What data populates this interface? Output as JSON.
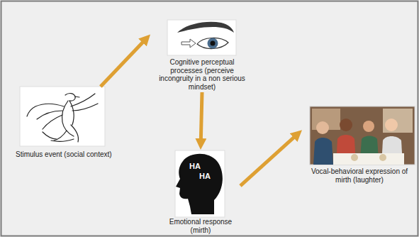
{
  "diagram": {
    "nodes": [
      {
        "text": [
          "Stimulus event (social context)"
        ]
      },
      {
        "text": [
          "Cognitive perceptual processes (perceive incongruity in a non serious mindset)"
        ]
      },
      {
        "text": [
          "Emotional response (mirth)"
        ]
      },
      {
        "text": [
          "Vocal-behavioral expression of mirth (laughter)"
        ]
      }
    ],
    "edges": [
      {
        "from": 0,
        "to": 1,
        "arrow": "to"
      },
      {
        "from": 1,
        "to": 2,
        "arrow": "to"
      },
      {
        "from": 2,
        "to": 3,
        "arrow": "to"
      }
    ],
    "labels": [
      "HA",
      "HA"
    ]
  }
}
